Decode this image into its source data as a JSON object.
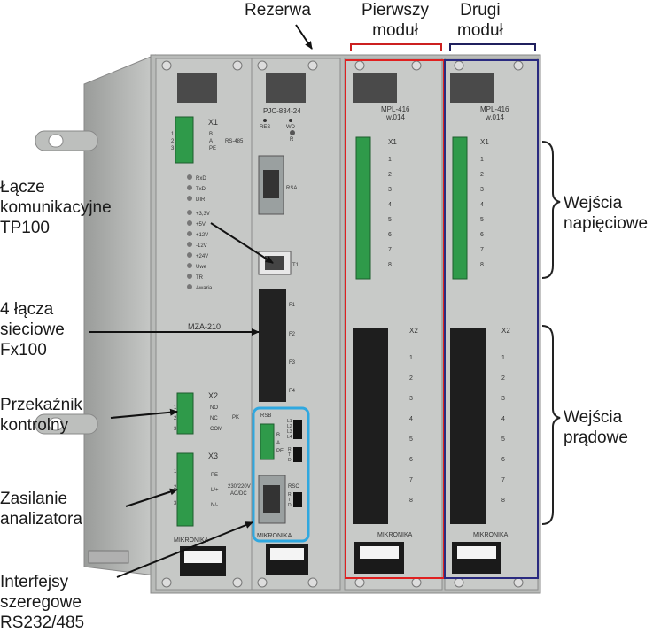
{
  "labels": {
    "rezerwa": "Rezerwa",
    "pierwszy_modul": [
      "Pierwszy",
      "moduł"
    ],
    "drugi_modul": [
      "Drugi",
      "moduł"
    ],
    "lacze_komunikacyjne": [
      "Łącze",
      "komunikacyjne",
      "TP100"
    ],
    "lacza_sieciowe": [
      "4 łącza",
      "sieciowe",
      "Fx100"
    ],
    "przekaznik": [
      "Przekaźnik",
      "kontrolny"
    ],
    "zasilanie": [
      "Zasilanie",
      "analizatora"
    ],
    "interfejsy": [
      "Interfejsy",
      "szeregowe",
      "RS232/485"
    ],
    "wejscia_napieciowe": [
      "Wejścia",
      "napięciowe"
    ],
    "wejscia_pradowe": [
      "Wejścia",
      "prądowe"
    ]
  },
  "device": {
    "mza": {
      "x1": "X1",
      "x1_pins": [
        "1",
        "2",
        "3"
      ],
      "x1_signals": [
        "B",
        "A",
        "PE"
      ],
      "x1_bus": "RS-485",
      "leds": [
        "RxD",
        "TxD",
        "DIR",
        "+3,3V",
        "+5V",
        "+12V",
        "-12V",
        "+24V",
        "Uwe",
        "TR",
        "Awaria"
      ],
      "name": "MZA-210",
      "x2": "X2",
      "x2_pins": [
        "1",
        "2",
        "3"
      ],
      "x2_signals": [
        "NO",
        "NC",
        "COM"
      ],
      "x2_group": "PK",
      "x3": "X3",
      "x3_pins": [
        "1",
        "2",
        "3"
      ],
      "x3_signals": [
        "PE",
        "L/+",
        "N/-"
      ],
      "supply_1": "230/220V",
      "supply_2": "AC/DC",
      "brand": "MIKRONIKA"
    },
    "pjc": {
      "title": "PJC-834-24",
      "res": "RES",
      "wd": "WD",
      "r": "R",
      "rsa": "RSA",
      "t1": "T1",
      "ports": [
        "F1",
        "F2",
        "F3",
        "F4"
      ],
      "rsb": "RSB",
      "rsb_signals": [
        "B",
        "A",
        "PE"
      ],
      "sw1": [
        "L1",
        "L2",
        "L3",
        "L4"
      ],
      "sw2": [
        "R",
        "T",
        "D"
      ],
      "rsc": "RSC",
      "sw3": [
        "R",
        "T",
        "D"
      ],
      "brand": "MIKRONIKA"
    },
    "mpl1": {
      "title": "MPL-416",
      "version": "w.014",
      "x1": "X1",
      "x1_pins": [
        "1",
        "2",
        "3",
        "4",
        "5",
        "6",
        "7",
        "8"
      ],
      "x2": "X2",
      "x2_pins": [
        "1",
        "2",
        "3",
        "4",
        "5",
        "6",
        "7",
        "8"
      ],
      "brand": "MIKRONIKA"
    },
    "mpl2": {
      "title": "MPL-416",
      "version": "w.014",
      "x1": "X1",
      "x1_pins": [
        "1",
        "2",
        "3",
        "4",
        "5",
        "6",
        "7",
        "8"
      ],
      "x2": "X2",
      "x2_pins": [
        "1",
        "2",
        "3",
        "4",
        "5",
        "6",
        "7",
        "8"
      ],
      "brand": "MIKRONIKA"
    }
  },
  "colors": {
    "first_module_frame": "#e02020",
    "second_module_frame": "#2a2a80",
    "serial_interfaces_frame": "#2fa8e0",
    "terminal_green": "#2f9a4a",
    "panel": "#c4c6c4"
  }
}
